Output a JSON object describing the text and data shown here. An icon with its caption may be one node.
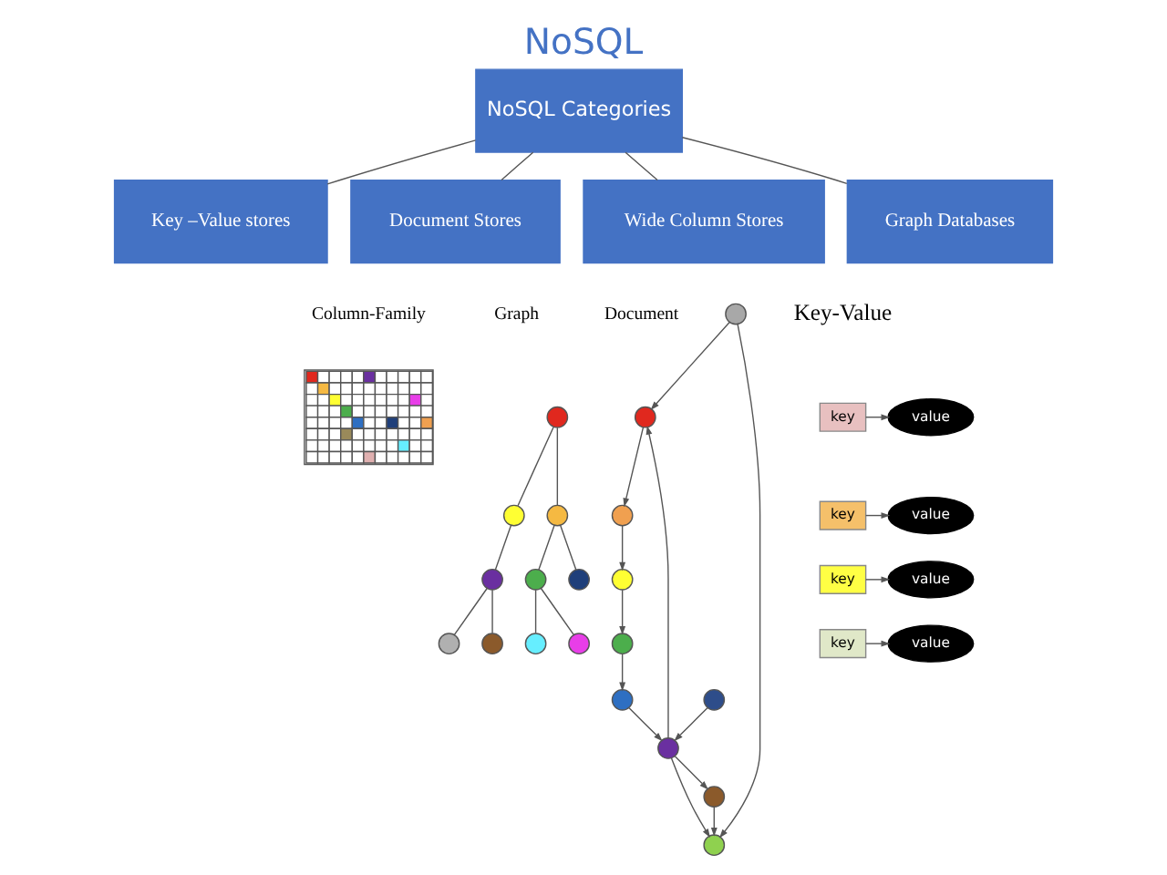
{
  "diagram": {
    "title": "NoSQL",
    "nodes": [
      {
        "text": [
          "NoSQL Categories"
        ]
      },
      {
        "text": [
          "Key –Value stores"
        ]
      },
      {
        "text": [
          "Document Stores"
        ]
      },
      {
        "text": [
          "Wide Column Stores"
        ]
      },
      {
        "text": [
          "Graph Databases"
        ]
      },
      {
        "text": [],
        "shape": "picture"
      },
      {
        "text": [],
        "shape": "circle"
      },
      {
        "text": [],
        "shape": "circle"
      },
      {
        "text": [],
        "shape": "circle"
      },
      {
        "text": [],
        "shape": "circle"
      },
      {
        "text": [],
        "shape": "circle"
      },
      {
        "text": [],
        "shape": "circle"
      },
      {
        "text": [],
        "shape": "circle"
      },
      {
        "text": [],
        "shape": "circle"
      },
      {
        "text": [],
        "shape": "circle"
      },
      {
        "text": [],
        "shape": "circle"
      },
      {
        "text": [],
        "shape": "circle"
      },
      {
        "text": [],
        "shape": "circle"
      },
      {
        "text": [],
        "shape": "circle"
      },
      {
        "text": [],
        "shape": "circle"
      },
      {
        "text": [],
        "shape": "circle"
      },
      {
        "text": [],
        "shape": "circle"
      },
      {
        "text": [],
        "shape": "circle"
      },
      {
        "text": [],
        "shape": "circle"
      },
      {
        "text": [],
        "shape": "circle"
      },
      {
        "text": [],
        "shape": "circle"
      },
      {
        "text": [
          "key"
        ]
      },
      {
        "text": [
          "value"
        ]
      },
      {
        "text": [
          "key"
        ]
      },
      {
        "text": [
          "value"
        ]
      },
      {
        "text": [
          "key"
        ]
      },
      {
        "text": [
          "value"
        ]
      },
      {
        "text": [
          "key"
        ]
      },
      {
        "text": [
          "value"
        ]
      }
    ],
    "edges": [
      {
        "from": 0,
        "to": 1,
        "arrow": "none"
      },
      {
        "from": 0,
        "to": 2,
        "arrow": "none"
      },
      {
        "from": 0,
        "to": 3,
        "arrow": "none"
      },
      {
        "from": 0,
        "to": 4,
        "arrow": "none"
      },
      {
        "from": 8,
        "to": 6,
        "arrow": "to"
      },
      {
        "from": 6,
        "to": 7,
        "arrow": "to"
      },
      {
        "from": 8,
        "to": 12,
        "arrow": "to"
      },
      {
        "from": 7,
        "to": 10,
        "arrow": "to"
      },
      {
        "from": 10,
        "to": 13,
        "arrow": "to"
      },
      {
        "from": 11,
        "to": 9,
        "arrow": "to"
      },
      {
        "from": 11,
        "to": 12,
        "arrow": "to"
      },
      {
        "from": 11,
        "to": 6,
        "arrow": "to"
      },
      {
        "from": 13,
        "to": 14,
        "arrow": "to"
      },
      {
        "from": 15,
        "to": 11,
        "arrow": "to"
      },
      {
        "from": 14,
        "to": 11,
        "arrow": "to"
      },
      {
        "from": 9,
        "to": 12,
        "arrow": "to"
      },
      {
        "from": 16,
        "to": 17,
        "arrow": "none"
      },
      {
        "from": 16,
        "to": 18,
        "arrow": "none"
      },
      {
        "from": 17,
        "to": 19,
        "arrow": "none"
      },
      {
        "from": 17,
        "to": 20,
        "arrow": "none"
      },
      {
        "from": 18,
        "to": 21,
        "arrow": "none"
      },
      {
        "from": 19,
        "to": 22,
        "arrow": "none"
      },
      {
        "from": 19,
        "to": 23,
        "arrow": "none"
      },
      {
        "from": 21,
        "to": 24,
        "arrow": "none"
      },
      {
        "from": 21,
        "to": 25,
        "arrow": "none"
      },
      {
        "from": 26,
        "to": 27,
        "arrow": "to"
      },
      {
        "from": 28,
        "to": 29,
        "arrow": "to"
      },
      {
        "from": 30,
        "to": 31,
        "arrow": "to"
      },
      {
        "from": 32,
        "to": 33,
        "arrow": "to"
      }
    ],
    "labels": [
      "Column-Family",
      "Graph",
      "Document",
      "Key-Value"
    ]
  }
}
